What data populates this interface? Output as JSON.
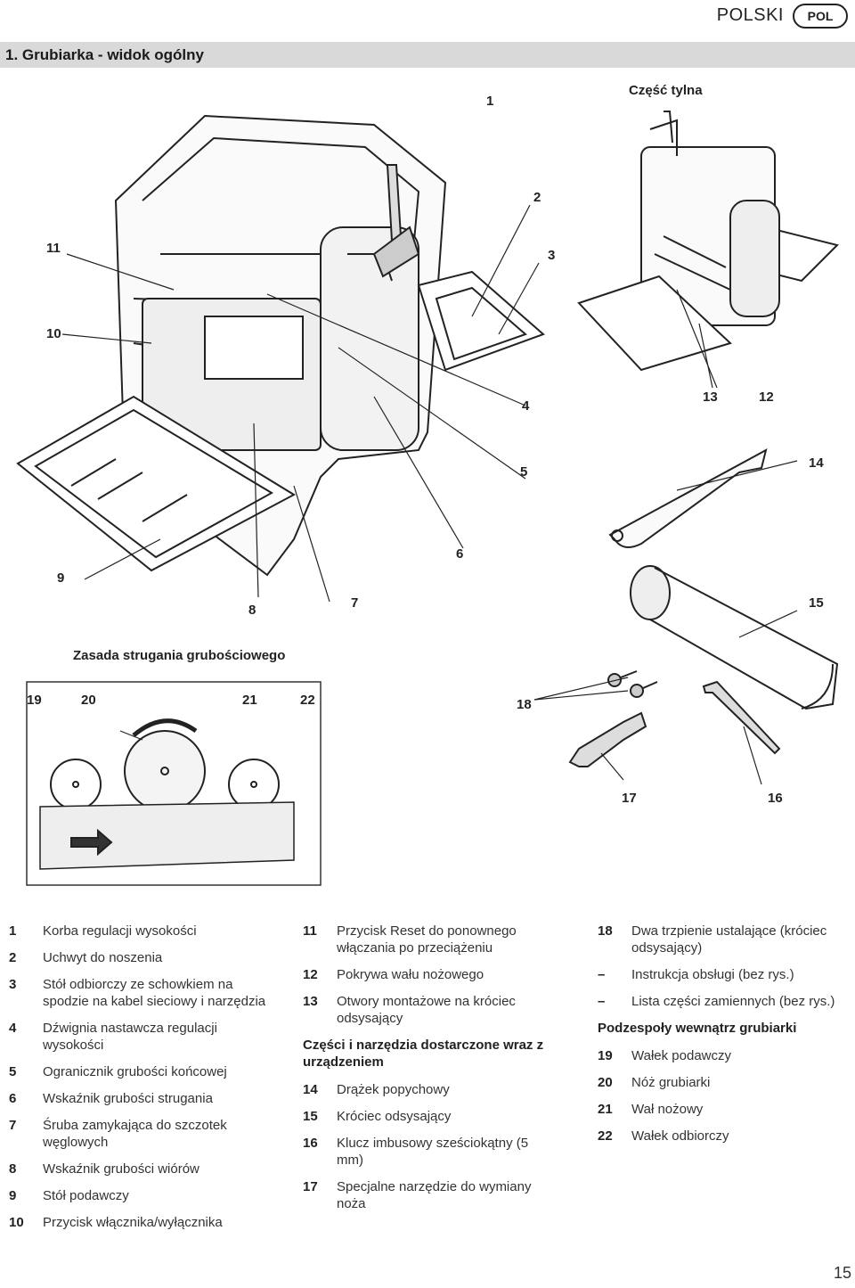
{
  "header": {
    "language": "POLSKI",
    "badge": "POL"
  },
  "section_title": "1.   Grubiarka - widok ogólny",
  "figure": {
    "rear_view_label": "Część tylna",
    "principle_label": "Zasada strugania grubościowego",
    "callouts": {
      "c1": "1",
      "c2": "2",
      "c3": "3",
      "c4": "4",
      "c5": "5",
      "c6": "6",
      "c7": "7",
      "c8": "8",
      "c9": "9",
      "c10": "10",
      "c11": "11",
      "c12": "12",
      "c13": "13",
      "c14": "14",
      "c15": "15",
      "c16": "16",
      "c17": "17",
      "c18": "18",
      "c19": "19",
      "c20": "20",
      "c21": "21",
      "c22": "22"
    }
  },
  "legend": {
    "col1": [
      {
        "num": "1",
        "text": "Korba regulacji wysokości"
      },
      {
        "num": "2",
        "text": "Uchwyt do noszenia"
      },
      {
        "num": "3",
        "text": "Stół odbiorczy ze schowkiem na spodzie na kabel sieciowy i narzędzia"
      },
      {
        "num": "4",
        "text": "Dźwignia nastawcza regulacji wysokości"
      },
      {
        "num": "5",
        "text": "Ogranicznik grubości końcowej"
      },
      {
        "num": "6",
        "text": "Wskaźnik grubości strugania"
      },
      {
        "num": "7",
        "text": "Śruba zamykająca do szczotek węglowych"
      },
      {
        "num": "8",
        "text": "Wskaźnik grubości wiórów"
      },
      {
        "num": "9",
        "text": "Stół podawczy"
      },
      {
        "num": "10",
        "text": "Przycisk włącznika/wyłącznika"
      }
    ],
    "col2": [
      {
        "num": "11",
        "text": "Przycisk Reset do ponownego włączania po przeciążeniu"
      },
      {
        "num": "12",
        "text": "Pokrywa wału nożowego"
      },
      {
        "num": "13",
        "text": "Otwory montażowe na króciec odsysający"
      }
    ],
    "col2_heading": "Części i narzędzia dostarczone wraz z urządzeniem",
    "col2b": [
      {
        "num": "14",
        "text": "Drążek popychowy"
      },
      {
        "num": "15",
        "text": "Króciec odsysający"
      },
      {
        "num": "16",
        "text": "Klucz imbusowy sześciokątny (5 mm)"
      },
      {
        "num": "17",
        "text": "Specjalne narzędzie do wymiany noża"
      }
    ],
    "col3": [
      {
        "num": "18",
        "text": "Dwa trzpienie ustalające (króciec odsysający)"
      },
      {
        "num": "–",
        "text": "Instrukcja obsługi (bez rys.)"
      },
      {
        "num": "–",
        "text": "Lista części zamiennych (bez rys.)"
      }
    ],
    "col3_heading": "Podzespoły wewnątrz grubiarki",
    "col3b": [
      {
        "num": "19",
        "text": "Wałek podawczy"
      },
      {
        "num": "20",
        "text": "Nóż grubiarki"
      },
      {
        "num": "21",
        "text": "Wał nożowy"
      },
      {
        "num": "22",
        "text": "Wałek odbiorczy"
      }
    ]
  },
  "page_number": "15"
}
